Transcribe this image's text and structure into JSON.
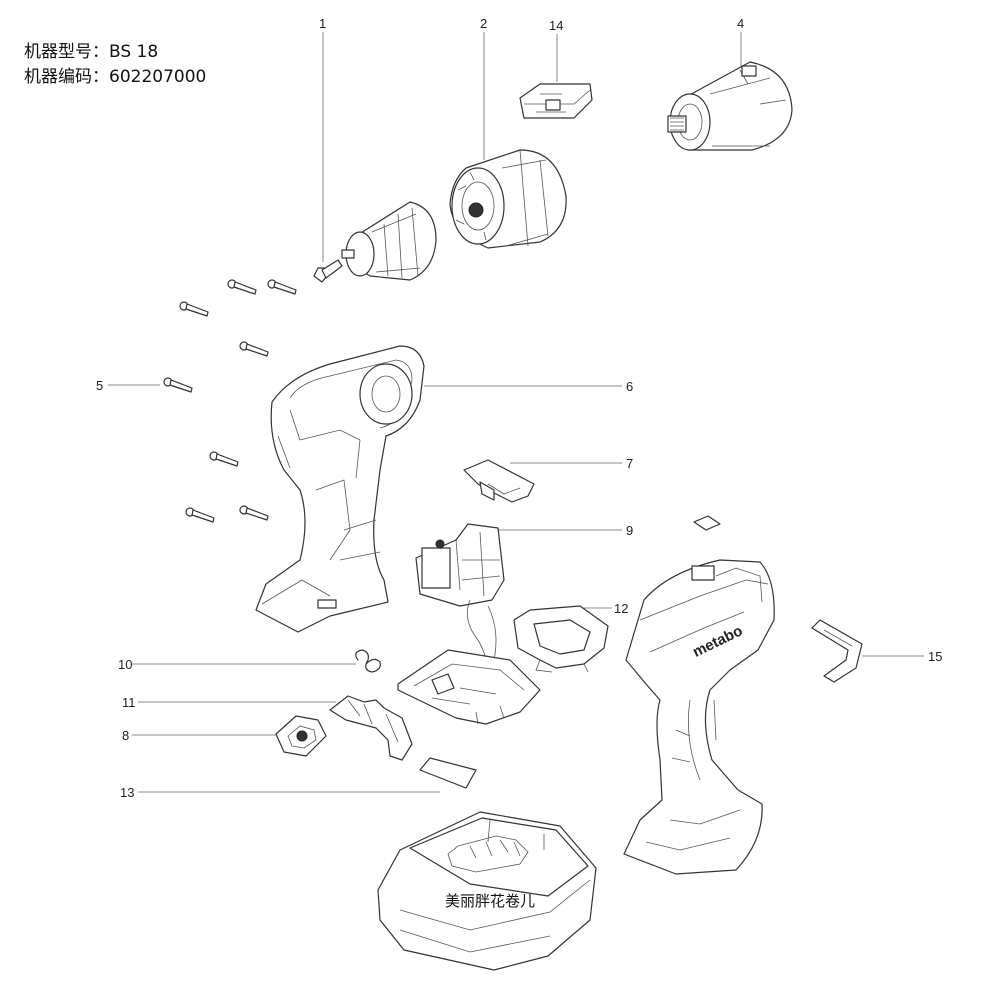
{
  "header": {
    "model_line": "机器型号：BS 18",
    "code_line": "机器编码：602207000"
  },
  "callouts": {
    "c1": "1",
    "c2": "2",
    "c4": "4",
    "c5": "5",
    "c6": "6",
    "c7": "7",
    "c8": "8",
    "c9": "9",
    "c10": "10",
    "c11": "11",
    "c12": "12",
    "c13": "13",
    "c14": "14",
    "c15": "15"
  },
  "housing_brand": "metabo",
  "watermark": "美丽胖花卷儿"
}
